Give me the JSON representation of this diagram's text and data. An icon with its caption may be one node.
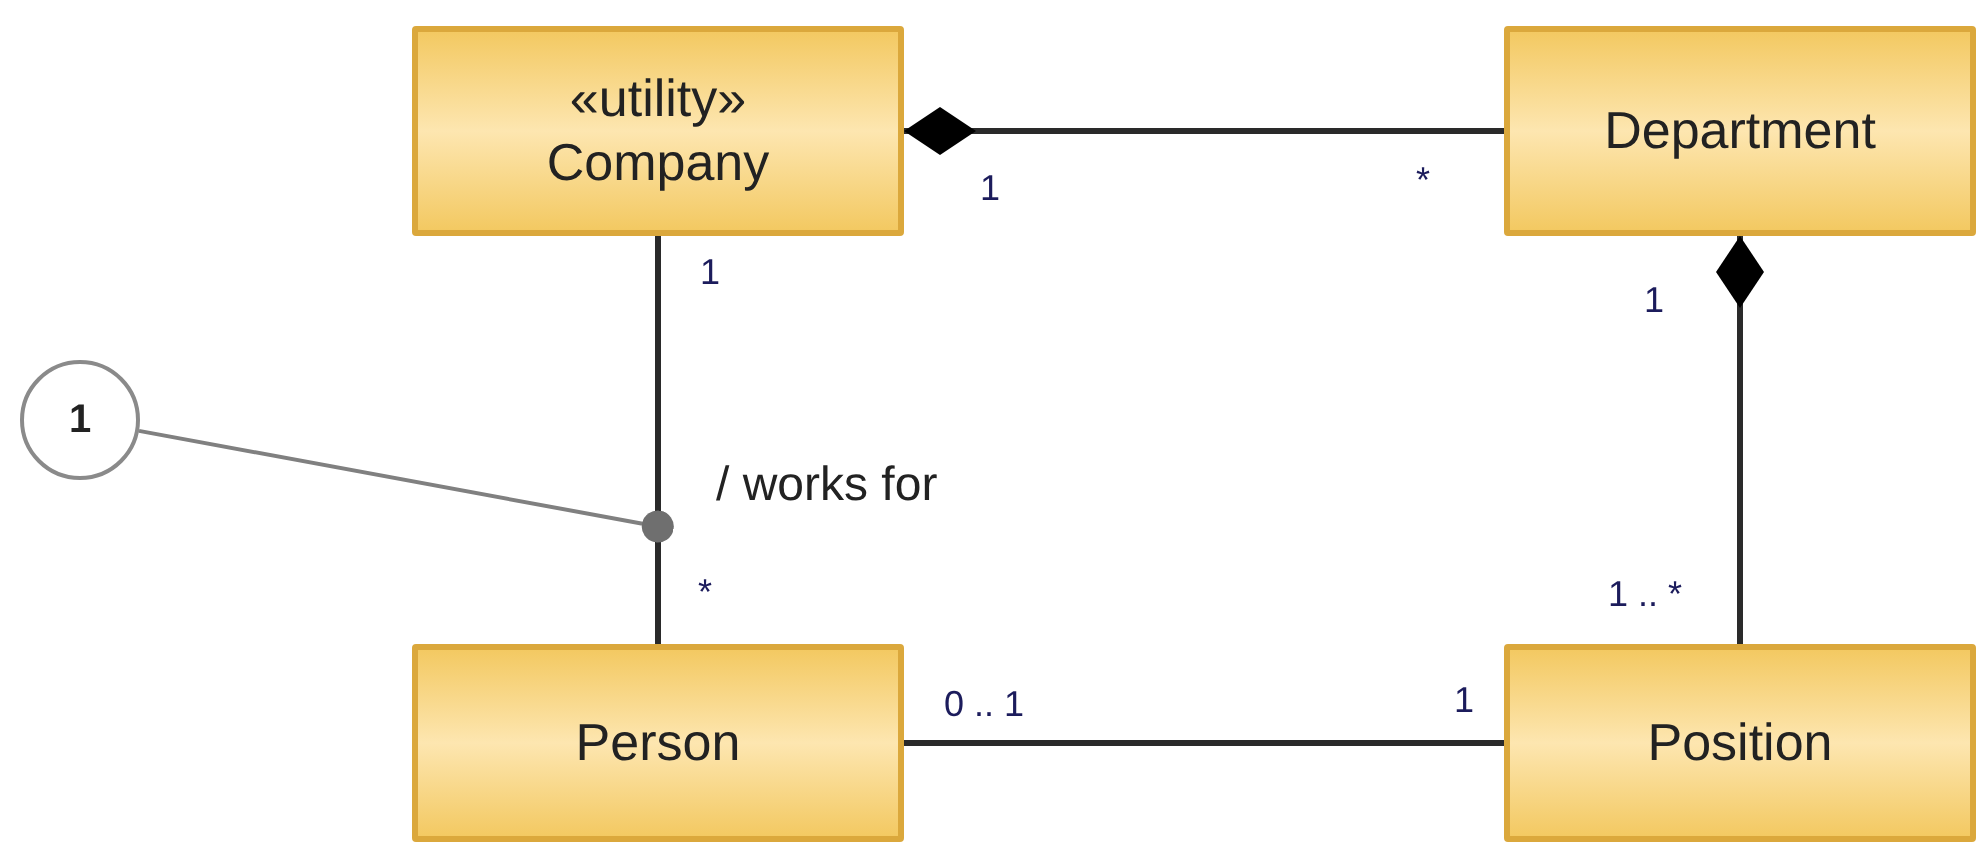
{
  "diagram": {
    "nodes": [
      {
        "text": [
          "«utility»",
          "Company"
        ]
      },
      {
        "text": [
          "Department"
        ]
      },
      {
        "text": [
          "Person"
        ]
      },
      {
        "text": [
          "Position"
        ]
      },
      {
        "text": [
          "1"
        ]
      }
    ],
    "edges": [
      {
        "from": 0,
        "to": 1,
        "arrow": "other"
      },
      {
        "from": 1,
        "to": 3,
        "arrow": "other"
      },
      {
        "from": 0,
        "to": 2,
        "arrow": "none",
        "label": "/ works for"
      },
      {
        "from": 2,
        "to": 3,
        "arrow": "none"
      },
      {
        "from": 4,
        "to": null,
        "arrow": "other",
        "color": "#808080"
      }
    ],
    "labels": [
      "1",
      "*",
      "1",
      "1",
      "*",
      "1 .. *",
      "0 .. 1",
      "1"
    ]
  }
}
